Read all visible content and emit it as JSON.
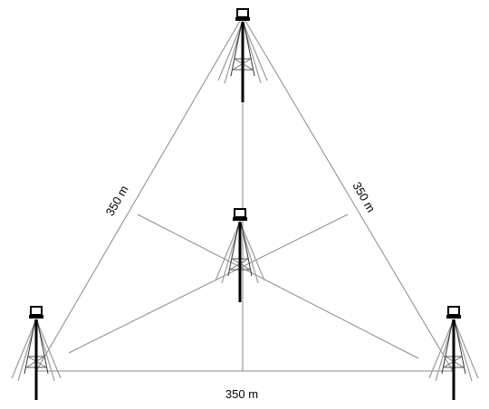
{
  "labels": {
    "left_side": "350 m",
    "right_side": "350 m",
    "bottom_side": "350 m"
  },
  "colors": {
    "line": "#8a8a8a",
    "leg": "#9a9a9a",
    "mast": "#000000",
    "background": "#ffffff"
  },
  "icons": [
    "tripod-station-icon"
  ]
}
